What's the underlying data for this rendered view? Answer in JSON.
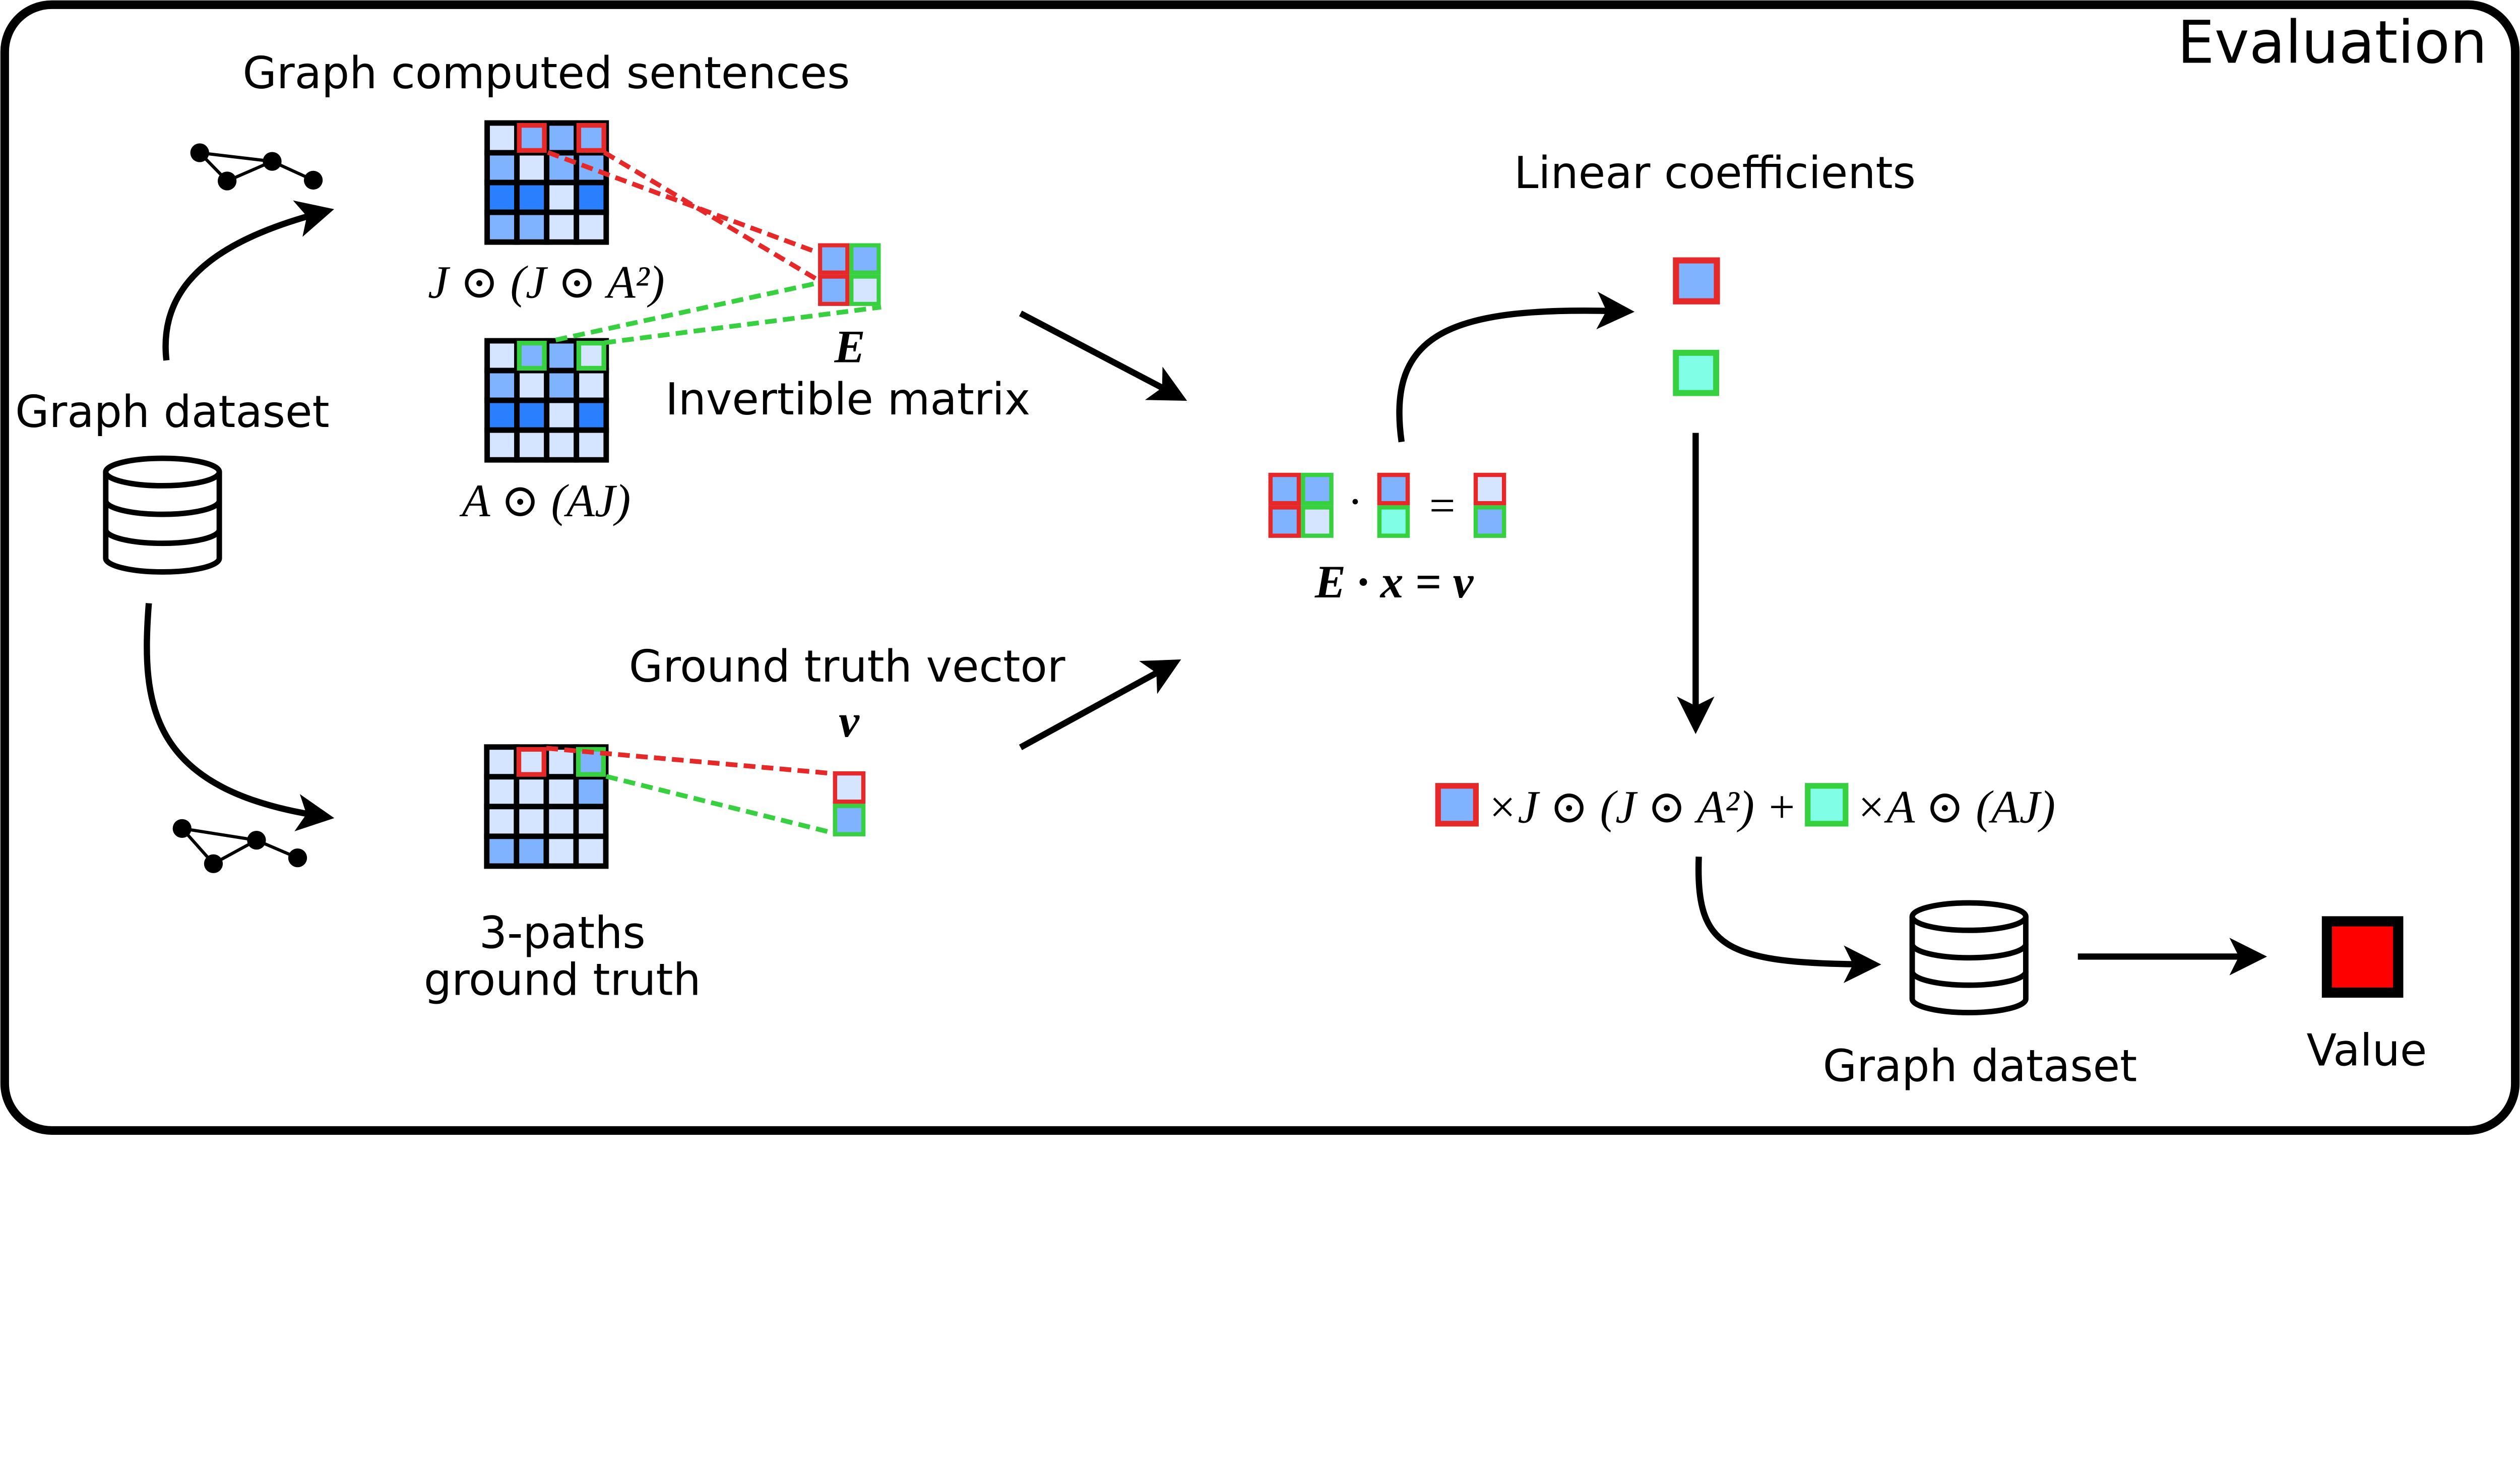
{
  "title": "Evaluation",
  "labels": {
    "graph_computed_sentences": "Graph computed sentences",
    "graph_dataset_left": "Graph dataset",
    "invertible_matrix": "Invertible matrix",
    "ground_truth_vector": "Ground truth vector",
    "three_paths_line1": "3-paths",
    "three_paths_line2": "ground truth",
    "linear_coefficients": "Linear coefficients",
    "graph_dataset_bottom": "Graph dataset",
    "value": "Value"
  },
  "math": {
    "top_matrix": "J ⊙ (J ⊙ A²)",
    "bottom_matrix": "A ⊙ (AJ)",
    "E": "E",
    "v": "v",
    "equation": "E · x = v",
    "dot": "·",
    "equals": "=",
    "term1": "×J ⊙ (J ⊙ A²)  +",
    "term2": "×A ⊙ (AJ)"
  },
  "colors": {
    "L": "#d5e5ff",
    "M": "#80b3ff",
    "D": "#2a7fff",
    "T": "#80ffe6",
    "red": "#e62828",
    "green": "#37d03e",
    "value_fill": "#ff0000"
  },
  "matrices": {
    "top": {
      "levels": [
        [
          "L",
          "M",
          "M",
          "M"
        ],
        [
          "M",
          "L",
          "M",
          "M"
        ],
        [
          "D",
          "D",
          "L",
          "D"
        ],
        [
          "M",
          "M",
          "L",
          "L"
        ]
      ],
      "outlines": [
        {
          "r": 0,
          "c": 1,
          "color": "red"
        },
        {
          "r": 0,
          "c": 3,
          "color": "red"
        }
      ]
    },
    "bottom": {
      "levels": [
        [
          "L",
          "M",
          "M",
          "L"
        ],
        [
          "M",
          "L",
          "M",
          "L"
        ],
        [
          "D",
          "D",
          "L",
          "D"
        ],
        [
          "L",
          "L",
          "L",
          "L"
        ]
      ],
      "outlines": [
        {
          "r": 0,
          "c": 1,
          "color": "green"
        },
        {
          "r": 0,
          "c": 3,
          "color": "green"
        }
      ]
    },
    "ground_truth": {
      "levels": [
        [
          "L",
          "L",
          "L",
          "M"
        ],
        [
          "L",
          "L",
          "L",
          "M"
        ],
        [
          "L",
          "L",
          "L",
          "L"
        ],
        [
          "M",
          "M",
          "L",
          "L"
        ]
      ],
      "outlines": [
        {
          "r": 0,
          "c": 1,
          "color": "red"
        },
        {
          "r": 0,
          "c": 3,
          "color": "green"
        }
      ]
    },
    "E": {
      "levels": [
        [
          "M",
          "M"
        ],
        [
          "M",
          "L"
        ]
      ],
      "outlines": [
        {
          "r": 0,
          "c": 0,
          "color": "red"
        },
        {
          "r": 1,
          "c": 0,
          "color": "red"
        },
        {
          "r": 0,
          "c": 1,
          "color": "green"
        },
        {
          "r": 1,
          "c": 1,
          "color": "green"
        }
      ]
    },
    "v": {
      "levels": [
        [
          "L"
        ],
        [
          "M"
        ]
      ],
      "outlines": [
        {
          "r": 0,
          "c": 0,
          "color": "red"
        },
        {
          "r": 1,
          "c": 0,
          "color": "green"
        }
      ]
    },
    "E_eq": {
      "levels": [
        [
          "M",
          "M"
        ],
        [
          "M",
          "L"
        ]
      ],
      "outlines": [
        {
          "r": 0,
          "c": 0,
          "color": "red"
        },
        {
          "r": 1,
          "c": 0,
          "color": "red"
        },
        {
          "r": 0,
          "c": 1,
          "color": "green"
        },
        {
          "r": 1,
          "c": 1,
          "color": "green"
        }
      ]
    },
    "x_eq": {
      "levels": [
        [
          "M"
        ],
        [
          "T"
        ]
      ],
      "outlines": [
        {
          "r": 0,
          "c": 0,
          "color": "red"
        },
        {
          "r": 1,
          "c": 0,
          "color": "green"
        }
      ]
    },
    "v_eq": {
      "levels": [
        [
          "L"
        ],
        [
          "M"
        ]
      ],
      "outlines": [
        {
          "r": 0,
          "c": 0,
          "color": "red"
        },
        {
          "r": 1,
          "c": 0,
          "color": "green"
        }
      ]
    },
    "coef_red": {
      "levels": [
        [
          "M"
        ]
      ],
      "outlines": [
        {
          "r": 0,
          "c": 0,
          "color": "red"
        }
      ]
    },
    "coef_green": {
      "levels": [
        [
          "T"
        ]
      ],
      "outlines": [
        {
          "r": 0,
          "c": 0,
          "color": "green"
        }
      ]
    },
    "term_red": {
      "levels": [
        [
          "M"
        ]
      ],
      "outlines": [
        {
          "r": 0,
          "c": 0,
          "color": "red"
        }
      ]
    },
    "term_green": {
      "levels": [
        [
          "T"
        ]
      ],
      "outlines": [
        {
          "r": 0,
          "c": 0,
          "color": "green"
        }
      ]
    }
  }
}
